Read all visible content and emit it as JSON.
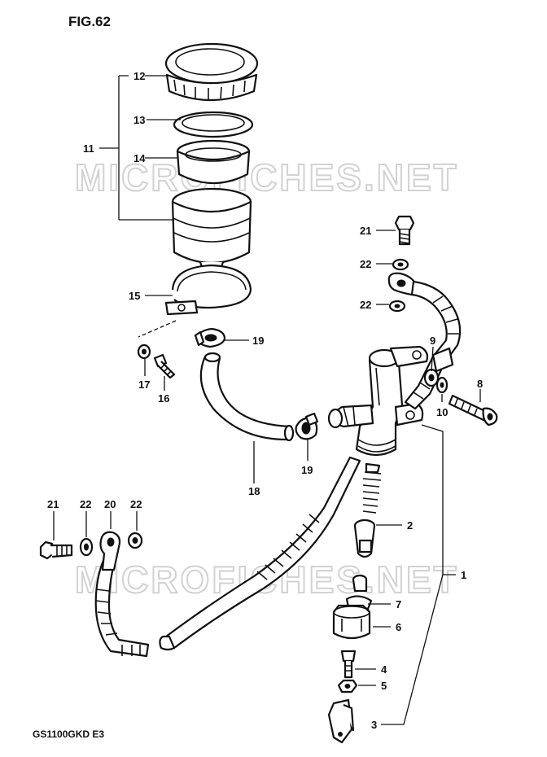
{
  "figure": {
    "title": "FIG.62",
    "model_code": "GS1100GKD  E3"
  },
  "watermark": {
    "text": "MICROFICHES.NET"
  },
  "colors": {
    "ink": "#111111",
    "watermark": "#d2d2d2",
    "background": "#ffffff"
  },
  "callouts": {
    "c12": "12",
    "c13": "13",
    "c11": "11",
    "c14": "14",
    "c15": "15",
    "c19a": "19",
    "c17": "17",
    "c16": "16",
    "c18": "18",
    "c19b": "19",
    "c21a": "21",
    "c22a": "22",
    "c22b": "22",
    "c9": "9",
    "c8": "8",
    "c10": "10",
    "c2": "2",
    "c1": "1",
    "c7": "7",
    "c6": "6",
    "c4": "4",
    "c5": "5",
    "c3": "3",
    "c21b": "21",
    "c22c": "22",
    "c20": "20",
    "c22d": "22"
  }
}
